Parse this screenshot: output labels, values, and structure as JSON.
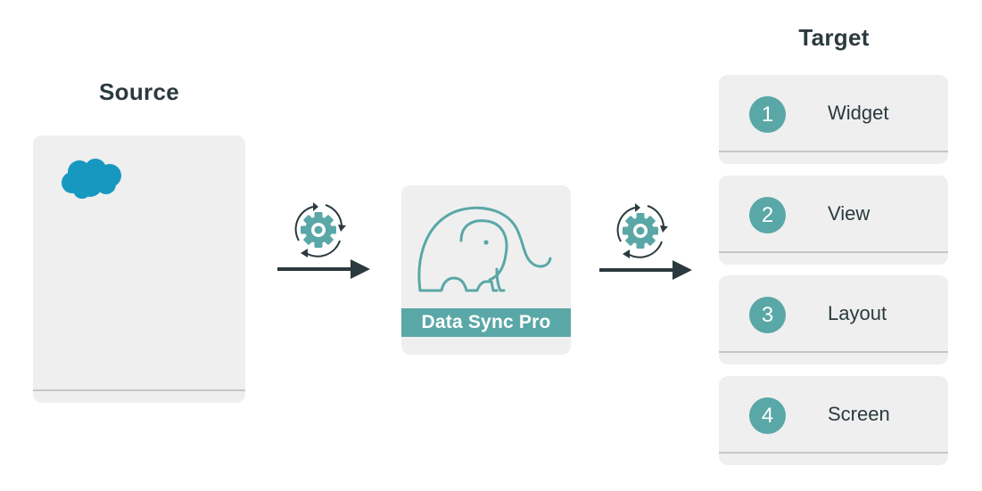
{
  "source": {
    "heading": "Source",
    "icon": "salesforce-cloud-icon",
    "cloud_color": "#1798c1"
  },
  "product": {
    "label": "Data Sync Pro",
    "icon": "elephant-icon",
    "accent_color": "#5aa7a7"
  },
  "sync_icons": [
    "sync-gear-icon",
    "sync-gear-icon"
  ],
  "target": {
    "heading": "Target",
    "items": [
      {
        "number": "1",
        "label": "Widget"
      },
      {
        "number": "2",
        "label": "View"
      },
      {
        "number": "3",
        "label": "Layout"
      },
      {
        "number": "4",
        "label": "Screen"
      }
    ]
  }
}
